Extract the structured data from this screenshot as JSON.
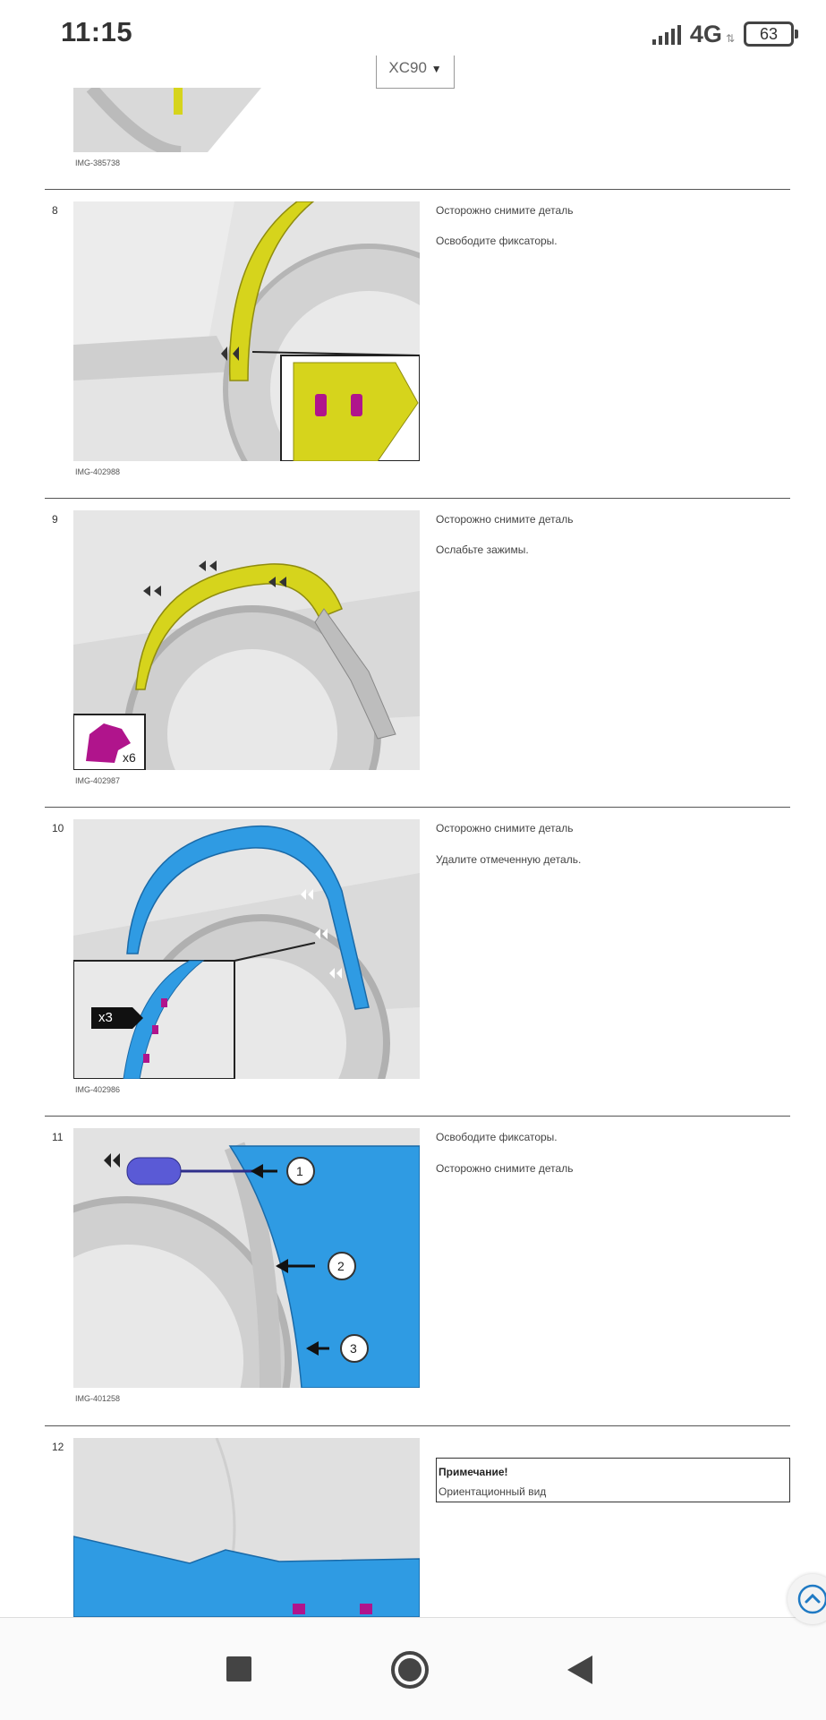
{
  "status_bar": {
    "time": "11:15",
    "network": "4G",
    "battery": "63"
  },
  "header": {
    "model_selector": "XC90"
  },
  "steps": [
    {
      "image_id": "IMG-385738"
    },
    {
      "number": "8",
      "image_id": "IMG-402988",
      "instructions": [
        "Осторожно снимите деталь",
        "Освободите фиксаторы."
      ]
    },
    {
      "number": "9",
      "image_id": "IMG-402987",
      "quantity_label": "x6",
      "instructions": [
        "Осторожно снимите деталь",
        "Ослабьте зажимы."
      ]
    },
    {
      "number": "10",
      "image_id": "IMG-402986",
      "quantity_label": "x3",
      "instructions": [
        "Осторожно снимите деталь",
        "Удалите отмеченную деталь."
      ]
    },
    {
      "number": "11",
      "image_id": "IMG-401258",
      "callouts": [
        "1",
        "2",
        "3"
      ],
      "instructions": [
        "Освободите фиксаторы.",
        "Осторожно снимите деталь"
      ]
    },
    {
      "number": "12",
      "note": {
        "title": "Примечание!",
        "body": "Ориентационный вид"
      }
    }
  ],
  "colors": {
    "highlight_yellow": "#d6d41c",
    "highlight_blue": "#2f9be3",
    "clip_magenta": "#b0148c"
  },
  "icons": {
    "scroll_top": "chevron-up-icon",
    "nav_recents": "square-icon",
    "nav_home": "circle-icon",
    "nav_back": "triangle-back-icon"
  }
}
